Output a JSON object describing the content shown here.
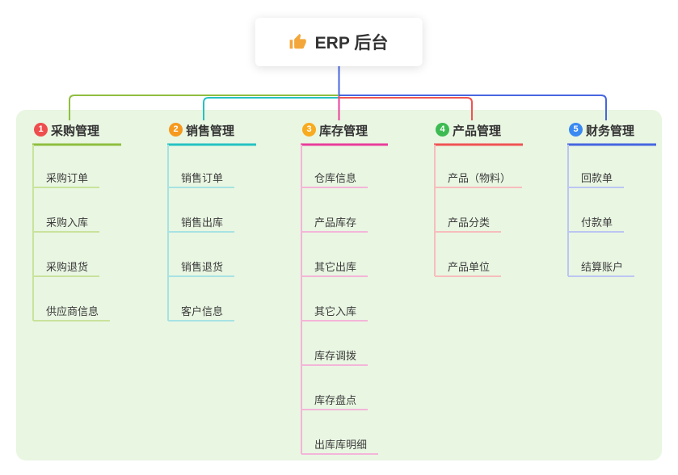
{
  "root": {
    "label": "ERP 后台",
    "icon": "thumbs-up-icon",
    "icon_color": "#f3a73a",
    "line_color": "#4766e0"
  },
  "panel": {
    "background": "#e9f6e2"
  },
  "branches": [
    {
      "badge": "1",
      "badge_color": "#ef4e4e",
      "color": "#8fbe3e",
      "light_color": "#c9e39c",
      "label": "采购管理",
      "children": [
        "采购订单",
        "采购入库",
        "采购退货",
        "供应商信息"
      ]
    },
    {
      "badge": "2",
      "badge_color": "#f6991f",
      "color": "#25c2c2",
      "light_color": "#a7e3e3",
      "label": "销售管理",
      "children": [
        "销售订单",
        "销售出库",
        "销售退货",
        "客户信息"
      ]
    },
    {
      "badge": "3",
      "badge_color": "#f8ab1f",
      "color": "#e93d9b",
      "light_color": "#f4b5d8",
      "label": "库存管理",
      "children": [
        "仓库信息",
        "产品库存",
        "其它出库",
        "其它入库",
        "库存调拨",
        "库存盘点",
        "出库库明细"
      ]
    },
    {
      "badge": "4",
      "badge_color": "#3dbb52",
      "color": "#f05353",
      "light_color": "#f7bdbd",
      "label": "产品管理",
      "children": [
        "产品（物料）",
        "产品分类",
        "产品单位"
      ]
    },
    {
      "badge": "5",
      "badge_color": "#3a8af2",
      "color": "#4766e0",
      "light_color": "#bcc6f2",
      "label": "财务管理",
      "children": [
        "回款单",
        "付款单",
        "结算账户"
      ]
    }
  ]
}
